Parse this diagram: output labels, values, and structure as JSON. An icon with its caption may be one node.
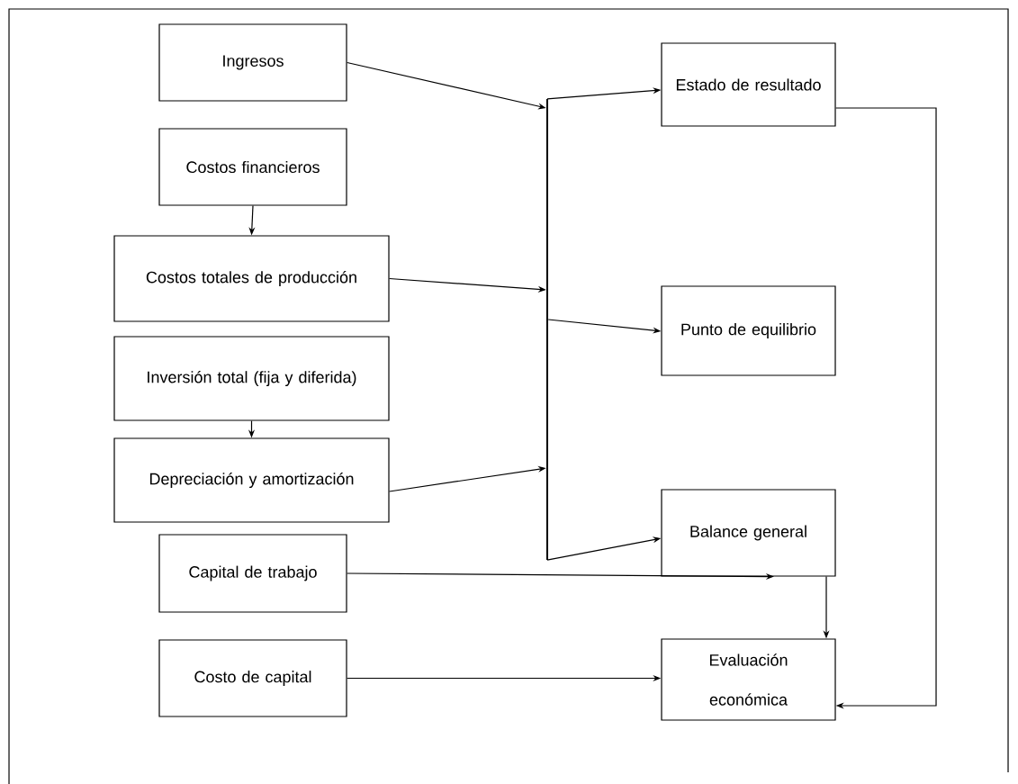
{
  "diagram": {
    "nodes": [
      {
        "text": [
          "Ingresos"
        ]
      },
      {
        "text": [
          "Costos financieros"
        ]
      },
      {
        "text": [
          "Costos totales de producción"
        ]
      },
      {
        "text": [
          "Inversión total (fija y diferida)"
        ]
      },
      {
        "text": [
          "Depreciación y amortización"
        ]
      },
      {
        "text": [
          "Capital de trabajo"
        ]
      },
      {
        "text": [
          "Costo de capital"
        ]
      },
      {
        "text": [],
        "shape": "bar"
      },
      {
        "text": [
          "Estado de resultado"
        ]
      },
      {
        "text": [
          "Punto de equilibrio"
        ]
      },
      {
        "text": [
          "Balance general"
        ]
      },
      {
        "text": [
          "Evaluación económica"
        ]
      }
    ],
    "edges": [
      {
        "from": 0,
        "to": 7,
        "arrow": "to"
      },
      {
        "from": 1,
        "to": 2,
        "arrow": "to"
      },
      {
        "from": 2,
        "to": 7,
        "arrow": "to"
      },
      {
        "from": 3,
        "to": 4,
        "arrow": "to"
      },
      {
        "from": 4,
        "to": 7,
        "arrow": "to"
      },
      {
        "from": 7,
        "to": 8,
        "arrow": "to"
      },
      {
        "from": 7,
        "to": 9,
        "arrow": "to"
      },
      {
        "from": 7,
        "to": 10,
        "arrow": "to"
      },
      {
        "from": 5,
        "to": 10,
        "arrow": "to"
      },
      {
        "from": 6,
        "to": 11,
        "arrow": "to"
      },
      {
        "from": 10,
        "to": 11,
        "arrow": "to"
      },
      {
        "from": 8,
        "to": 11,
        "arrow": "to"
      }
    ]
  }
}
